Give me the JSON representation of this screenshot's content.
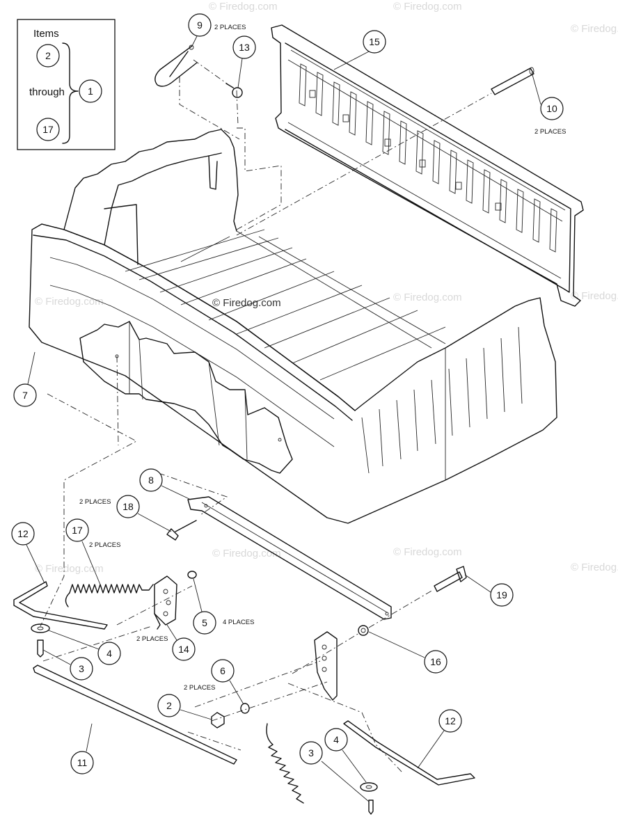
{
  "legend": {
    "items_label": "Items",
    "through_label": "through",
    "start_item": "2",
    "end_item": "17",
    "assembly_item": "1"
  },
  "watermark": "© Firedog.com",
  "callouts": [
    {
      "id": "c9",
      "number": "9",
      "note": "2 PLACES"
    },
    {
      "id": "c13",
      "number": "13",
      "note": ""
    },
    {
      "id": "c15",
      "number": "15",
      "note": ""
    },
    {
      "id": "c10",
      "number": "10",
      "note": "2 PLACES"
    },
    {
      "id": "c7",
      "number": "7",
      "note": ""
    },
    {
      "id": "c8",
      "number": "8",
      "note": ""
    },
    {
      "id": "c18",
      "number": "18",
      "note": "2 PLACES"
    },
    {
      "id": "c12a",
      "number": "12",
      "note": ""
    },
    {
      "id": "c17",
      "number": "17",
      "note": "2 PLACES"
    },
    {
      "id": "c5",
      "number": "5",
      "note": "4 PLACES"
    },
    {
      "id": "c14",
      "number": "14",
      "note": "2 PLACES"
    },
    {
      "id": "c4a",
      "number": "4",
      "note": ""
    },
    {
      "id": "c3a",
      "number": "3",
      "note": ""
    },
    {
      "id": "c19",
      "number": "19",
      "note": ""
    },
    {
      "id": "c16",
      "number": "16",
      "note": ""
    },
    {
      "id": "c6",
      "number": "6",
      "note": "2 PLACES"
    },
    {
      "id": "c2",
      "number": "2",
      "note": ""
    },
    {
      "id": "c11",
      "number": "11",
      "note": ""
    },
    {
      "id": "c12b",
      "number": "12",
      "note": ""
    },
    {
      "id": "c4b",
      "number": "4",
      "note": ""
    },
    {
      "id": "c3b",
      "number": "3",
      "note": ""
    }
  ]
}
